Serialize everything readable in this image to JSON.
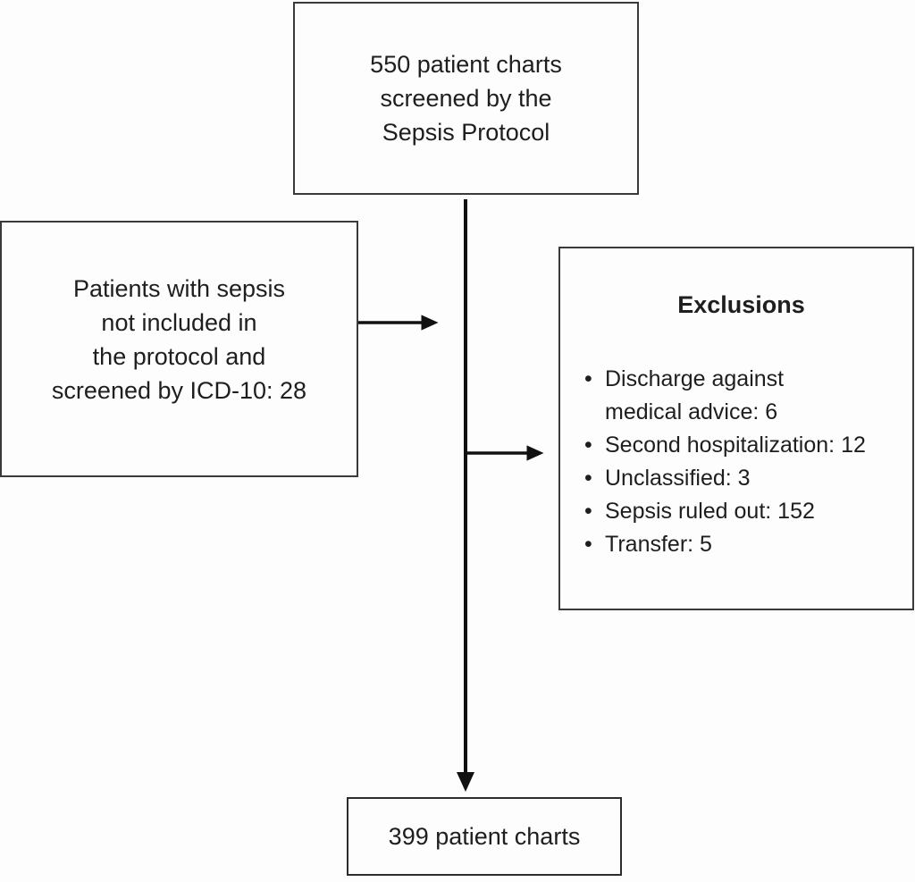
{
  "figure": {
    "colors": {
      "box_border": "#3a3a3a",
      "text": "#1e1e1e",
      "arrow": "#111111",
      "background": "#fdfdfd"
    }
  },
  "nodes": {
    "screened": {
      "lines": [
        "550 patient charts",
        "screened by the",
        "Sepsis Protocol"
      ]
    },
    "icd10": {
      "lines": [
        "Patients with sepsis",
        "not included in",
        "the protocol and",
        "screened by ICD-10: 28"
      ]
    },
    "exclusions": {
      "title": "Exclusions",
      "items": [
        "Discharge against\nmedical advice: 6",
        "Second hospitalization: 12",
        "Unclassified: 3",
        "Sepsis ruled out: 152",
        "Transfer: 5"
      ]
    },
    "final": {
      "text": "399 patient charts"
    }
  }
}
